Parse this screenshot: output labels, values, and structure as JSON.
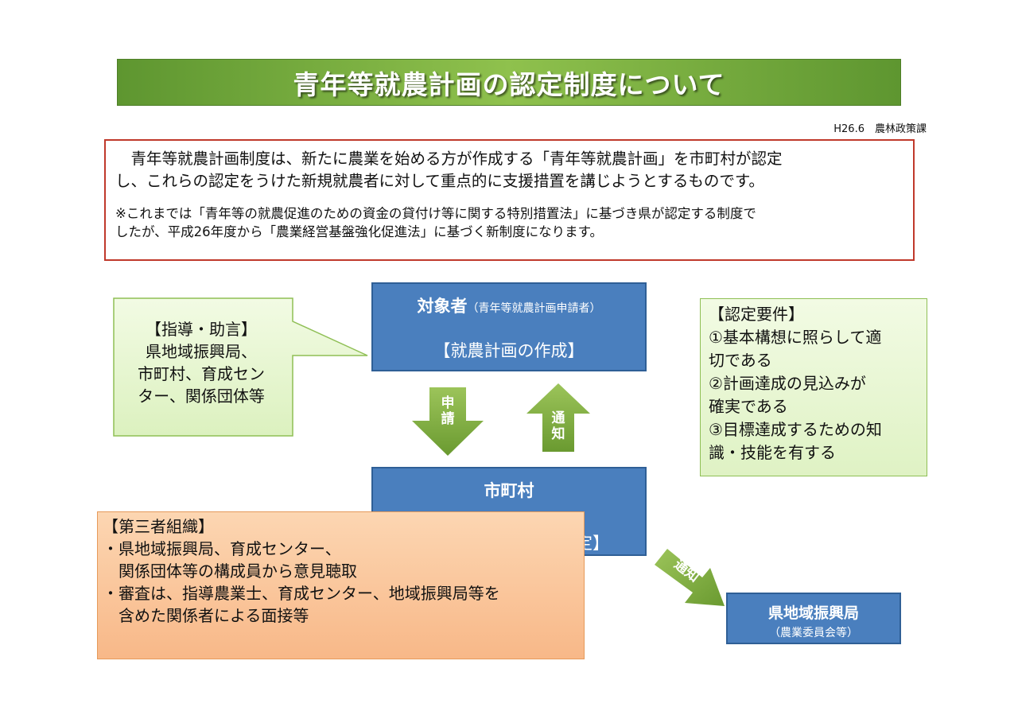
{
  "title": "青年等就農計画の認定制度について",
  "date_dept": "H26.6　農林政策課",
  "intro": {
    "line1": "　青年等就農計画制度は、新たに農業を始める方が作成する「青年等就農計画」を市町村が認定",
    "line2": "し、これらの認定をうけた新規就農者に対して重点的に支援措置を講じようとするものです。",
    "note1": "※これまでは「青年等の就農促進のための資金の貸付け等に関する特別措置法」に基づき県が認定する制度で",
    "note2": "したが、平成26年度から「農業経営基盤強化促進法」に基づく新制度になります。"
  },
  "guidance": {
    "heading": "【指導・助言】",
    "line1": "県地域振興局、",
    "line2": "市町村、育成セン",
    "line3": "ター、関係団体等"
  },
  "applicant": {
    "title": "対象者",
    "subtitle": "（青年等就農計画申請者）",
    "action": "【就農計画の作成】"
  },
  "arrows": {
    "apply_1": "申",
    "apply_2": "請",
    "notify_1": "通",
    "notify_2": "知",
    "notify_pref": "通知"
  },
  "municipality": {
    "title": "市町村",
    "action": "【就農計画の審査・認定】"
  },
  "prefecture": {
    "title": "県地域振興局",
    "subtitle": "（農業委員会等）"
  },
  "requirements": {
    "heading": "【認定要件】",
    "item1a": "①基本構想に照らして適",
    "item1b": "切である",
    "item2a": "②計画達成の見込みが",
    "item2b": "確実である",
    "item3a": "③目標達成するための知",
    "item3b": "識・技能を有する"
  },
  "third_party": {
    "heading": "【第三者組織】",
    "b1a": "・県地域振興局、育成センター、",
    "b1b": "　関係団体等の構成員から意見聴取",
    "b2a": "・審査は、指導農業士、育成センター、地域振興局等を",
    "b2b": "　含めた関係者による面接等"
  },
  "colors": {
    "title_green": "#7bb03f",
    "box_blue": "#4a7fbe",
    "arrow_green": "#79a83a",
    "intro_border": "#c0392b",
    "requirements_bg": "#e6f5d0",
    "third_party_bg": "#f9c59b"
  }
}
